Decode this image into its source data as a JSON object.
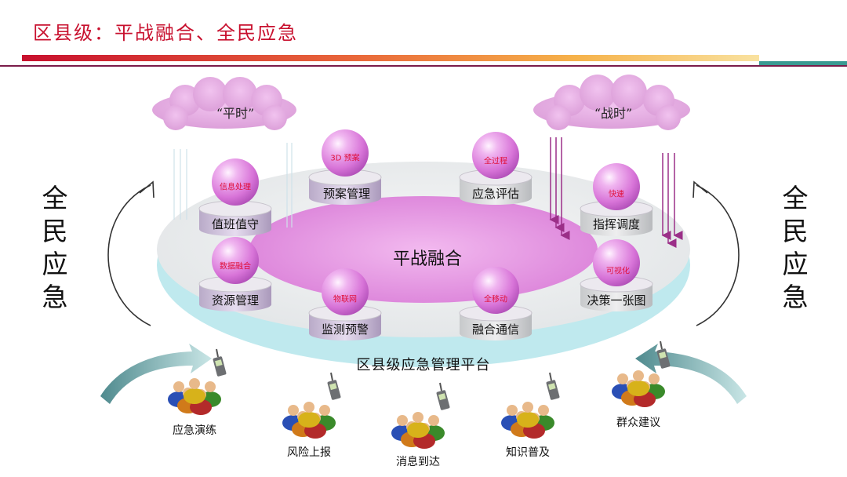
{
  "title": "区县级：平战融合、全民应急",
  "clouds": {
    "peacetime": "“平时”",
    "wartime": "“战时”"
  },
  "side_text": "全民应急",
  "center_label": "平战融合",
  "platform_label": "区县级应急管理平台",
  "modules": [
    {
      "name": "值班值守",
      "tag": "信息处理"
    },
    {
      "name": "预案管理",
      "tag": "3D 预案"
    },
    {
      "name": "应急评估",
      "tag": "全过程"
    },
    {
      "name": "指挥调度",
      "tag": "快速"
    },
    {
      "name": "资源管理",
      "tag": "数据融合"
    },
    {
      "name": "监测预警",
      "tag": "物联网"
    },
    {
      "name": "融合通信",
      "tag": "全移动"
    },
    {
      "name": "决策一张图",
      "tag": "可视化"
    }
  ],
  "people": [
    "应急演练",
    "风险上报",
    "消息到达",
    "知识普及",
    "群众建议"
  ],
  "colors": {
    "title": "#c8102e",
    "ball": "#e084e0",
    "ring": "#bfe9ee",
    "center": "#e28ee0",
    "tag_text": "#e0103a"
  }
}
